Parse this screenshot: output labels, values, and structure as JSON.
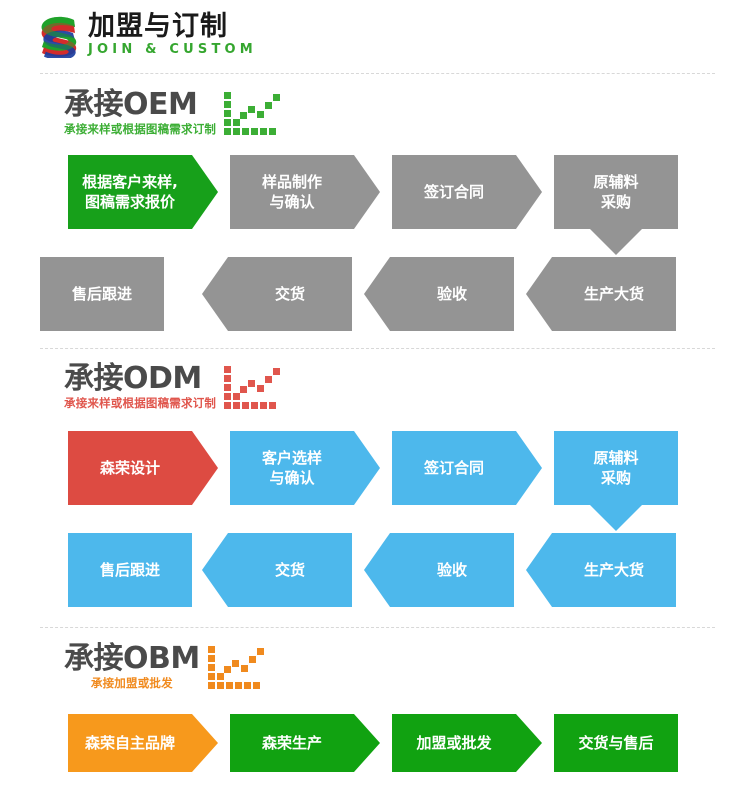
{
  "header": {
    "title": "加盟与订制",
    "subtitle": "JOIN & CUSTOM",
    "logo_icon": "sensen-s-logo-icon",
    "subtitle_color": "#35a62f"
  },
  "colors": {
    "oem_accent": "#3cae35",
    "oem_box_green": "#17a01a",
    "oem_box_gray": "#949494",
    "odm_accent": "#e0564d",
    "odm_box_red": "#dd4b42",
    "odm_box_blue": "#4db8ec",
    "obm_accent": "#f08a1e",
    "obm_box_orange": "#f7991c",
    "obm_box_green": "#11a211",
    "heading_text": "#4a4a4a",
    "divider": "#d8d8d8"
  },
  "sections": [
    {
      "id": "oem",
      "heading": "承接OEM",
      "subheading": "承接来样或根据图稿需求订制",
      "icon": "green-chart-arrow-icon",
      "accent": "#3cae35",
      "rows": [
        {
          "direction": "right",
          "steps": [
            {
              "label": "根据客户来样,\n图稿需求报价",
              "color": "#17a01a",
              "arrow": "right"
            },
            {
              "label": "样品制作\n与确认",
              "color": "#949494",
              "arrow": "right"
            },
            {
              "label": "签订合同",
              "color": "#949494",
              "arrow": "right"
            },
            {
              "label": "原辅料\n采购",
              "color": "#949494",
              "arrow": "down"
            }
          ]
        },
        {
          "direction": "left",
          "steps": [
            {
              "label": "售后跟进",
              "color": "#949494",
              "arrow": "none"
            },
            {
              "label": "交货",
              "color": "#949494",
              "arrow": "left"
            },
            {
              "label": "验收",
              "color": "#949494",
              "arrow": "left"
            },
            {
              "label": "生产大货",
              "color": "#949494",
              "arrow": "left"
            }
          ]
        }
      ]
    },
    {
      "id": "odm",
      "heading": "承接ODM",
      "subheading": "承接来样或根据图稿需求订制",
      "icon": "red-chart-arrow-icon",
      "accent": "#e0564d",
      "rows": [
        {
          "direction": "right",
          "steps": [
            {
              "label": "森荣设计",
              "color": "#dd4b42",
              "arrow": "right"
            },
            {
              "label": "客户选样\n与确认",
              "color": "#4db8ec",
              "arrow": "right"
            },
            {
              "label": "签订合同",
              "color": "#4db8ec",
              "arrow": "right"
            },
            {
              "label": "原辅料\n采购",
              "color": "#4db8ec",
              "arrow": "down"
            }
          ]
        },
        {
          "direction": "left",
          "steps": [
            {
              "label": "售后跟进",
              "color": "#4db8ec",
              "arrow": "none"
            },
            {
              "label": "交货",
              "color": "#4db8ec",
              "arrow": "left"
            },
            {
              "label": "验收",
              "color": "#4db8ec",
              "arrow": "left"
            },
            {
              "label": "生产大货",
              "color": "#4db8ec",
              "arrow": "left"
            }
          ]
        }
      ]
    },
    {
      "id": "obm",
      "heading": "承接OBM",
      "subheading": "承接加盟或批发",
      "icon": "orange-chart-arrow-icon",
      "accent": "#f08a1e",
      "rows": [
        {
          "direction": "right",
          "steps": [
            {
              "label": "森荣自主品牌",
              "color": "#f7991c",
              "arrow": "right"
            },
            {
              "label": "森荣生产",
              "color": "#11a211",
              "arrow": "right"
            },
            {
              "label": "加盟或批发",
              "color": "#11a211",
              "arrow": "right"
            },
            {
              "label": "交货与售后",
              "color": "#11a211",
              "arrow": "none"
            }
          ]
        }
      ]
    }
  ]
}
